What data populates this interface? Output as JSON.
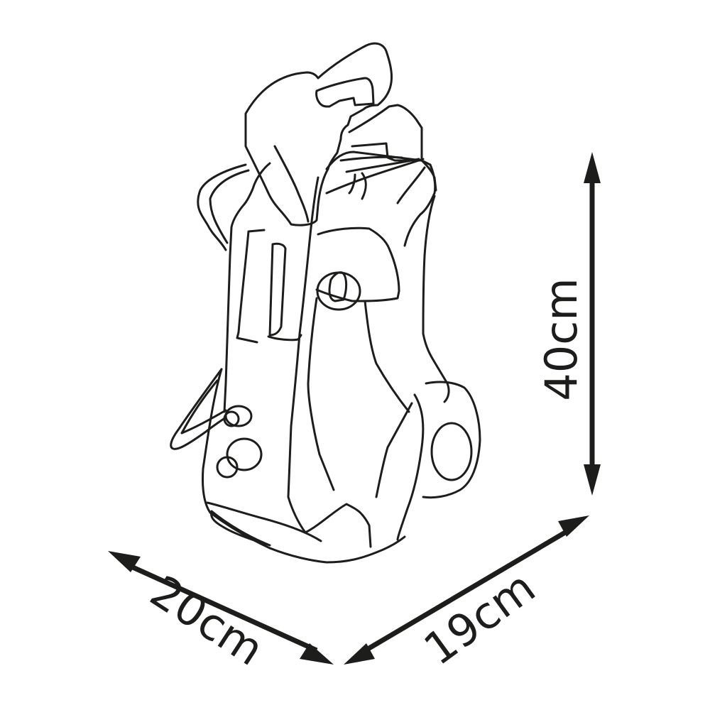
{
  "diagram": {
    "subject": "pressure washer line drawing",
    "colors": {
      "line": "#1d1d1b",
      "background": "#ffffff"
    },
    "dimensions": {
      "height": {
        "label": "40cm",
        "orientation": "vertical"
      },
      "width": {
        "label": "20cm",
        "orientation": "diagonal-left"
      },
      "depth": {
        "label": "19cm",
        "orientation": "diagonal-right"
      }
    }
  }
}
